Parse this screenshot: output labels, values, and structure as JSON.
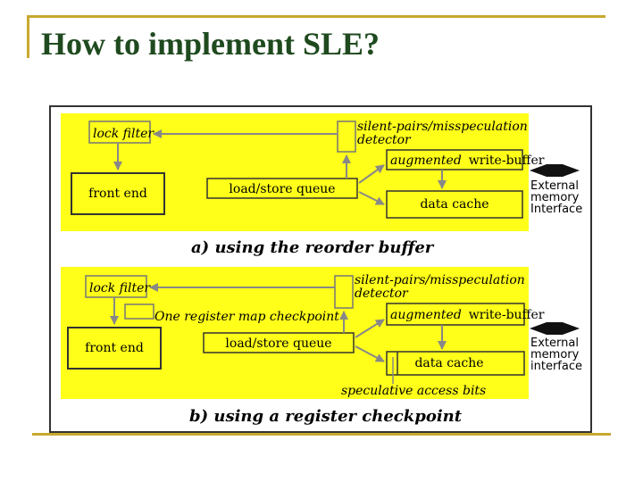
{
  "title": "How to implement SLE?",
  "diagram_a": {
    "lock_filter": "lock filter",
    "detector_line1": "silent-pairs/misspeculation",
    "detector_line2": "detector",
    "write_buffer_italic": "augmented",
    "write_buffer_plain": "write-buffer",
    "front_end": "front end",
    "lsq": "load/store  queue",
    "data_cache": "data cache",
    "ext_line1": "External",
    "ext_line2": "memory",
    "ext_line3": "Interface",
    "caption": "a) using the reorder buffer"
  },
  "diagram_b": {
    "lock_filter": "lock filter",
    "detector_line1": "silent-pairs/misspeculation",
    "detector_line2": "detector",
    "checkpoint": "One register map checkpoint",
    "write_buffer_italic": "augmented",
    "write_buffer_plain": "write-buffer",
    "front_end": "front end",
    "lsq": "load/store  queue",
    "data_cache": "data cache",
    "spec_bits": "speculative access bits",
    "ext_line1": "External",
    "ext_line2": "memory",
    "ext_line3": "interface",
    "caption": "b) using a register checkpoint"
  },
  "colors": {
    "panel": "#ffff1a",
    "frame": "#c8a830",
    "title": "#1f4a1f",
    "arrow": "#888888"
  }
}
